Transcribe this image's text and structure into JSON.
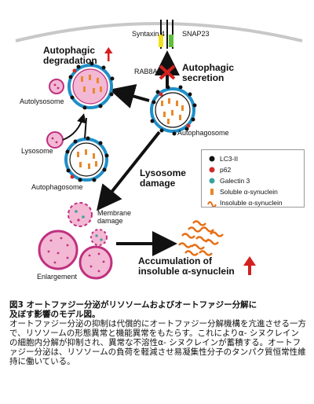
{
  "diagram": {
    "labels": {
      "syntaxin": "Syntaxin 4",
      "snap23": "SNAP23",
      "rab8a": "RAB8A",
      "autophagic_degradation": "Autophagic degradation",
      "autophagic_secretion": "Autophagic secretion",
      "autolysosome": "Autolysosome",
      "lysosome": "Lysosome",
      "autophagosome_left": "Autophagosome",
      "autophagosome_right": "Autophagosome",
      "lysosome_damage": "Lysosome damage",
      "membrane_damage": "Membrane damage",
      "enlargement": "Enlargement",
      "accumulation": "Accumulation of insoluble α-synuclein"
    },
    "colors": {
      "membrane": "#c8c8c8",
      "autophagosome_ring": "#1f8fc8",
      "lysosome_fill": "#f3b8d4",
      "lysosome_ring": "#c0307f",
      "lc3": "#111111",
      "p62": "#d12a2a",
      "galectin3": "#3aa0a0",
      "soluble_syn": "#e9892a",
      "insoluble_syn": "#e76e14",
      "up_arrow": "#d42020",
      "syntaxin_bar": "#f2e020",
      "snap23_bar": "#5fbf3c"
    }
  },
  "legend": {
    "items": [
      {
        "label": "LC3-II",
        "icon": "black-dot"
      },
      {
        "label": "p62",
        "icon": "red-dot"
      },
      {
        "label": "Galectin 3",
        "icon": "teal-dot"
      },
      {
        "label": "Soluble α-synuclein",
        "icon": "orange-bar"
      },
      {
        "label": "Insoluble α-synuclein",
        "icon": "orange-squiggle"
      }
    ]
  },
  "caption": {
    "title_line1": "図3 オートファジー分泌がリソソームおよびオートファジー分解に",
    "title_line2": "及ぼす影響のモデル図。",
    "body": "オートファジー分泌の抑制は代償的にオートファジー分解機構を亢進させる一方で、リソソームの形態異常と機能異常をもたらす。これによりα- シヌクレインの細胞内分解が抑制され、異常な不溶性α- シヌクレインが蓄積する。オートファジー分泌は、リソソームの負荷を軽減させ易凝集性分子のタンパク質恒常性維持に働いている。"
  }
}
